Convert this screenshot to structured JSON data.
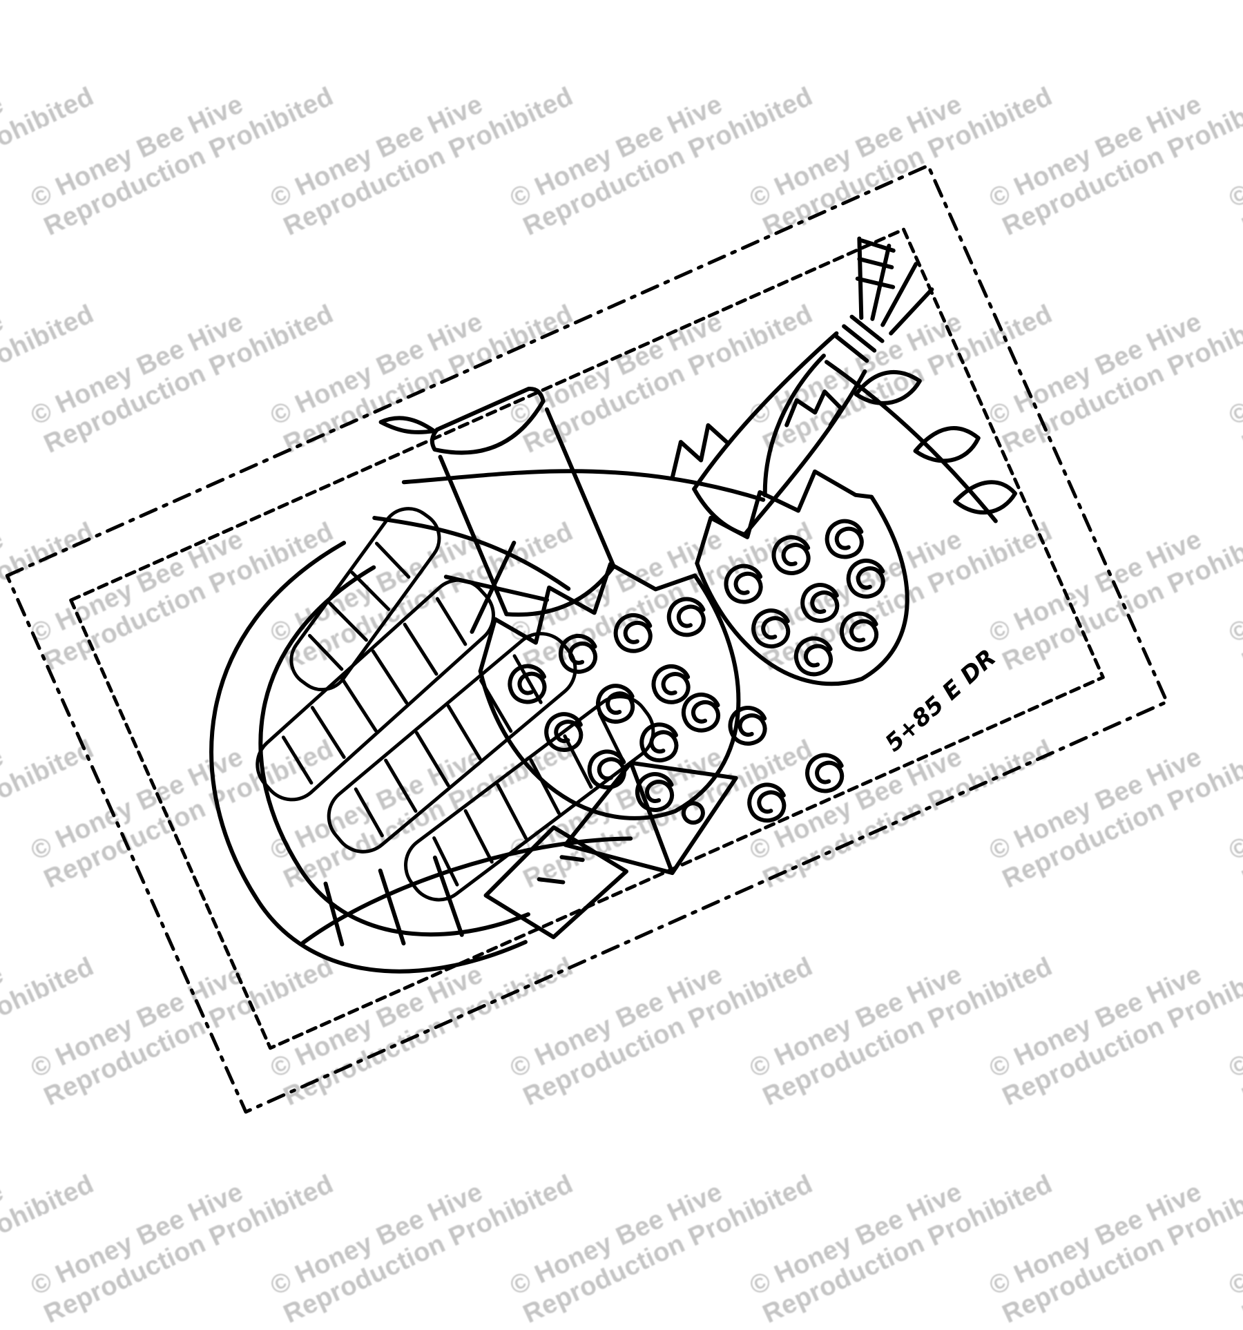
{
  "page": {
    "background_color": "#ffffff"
  },
  "watermark": {
    "line1": "© Honey Bee Hive",
    "line2": "Reproduction Prohibited",
    "color": "#c5c5c5"
  },
  "artwork": {
    "stroke_color": "#000000",
    "signature": "5+85 E DR"
  }
}
